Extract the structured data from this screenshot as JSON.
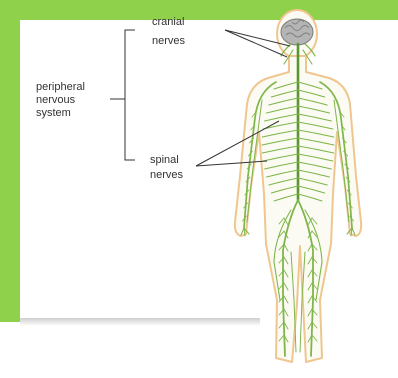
{
  "labels": {
    "cranial_line1": "cranial",
    "cranial_line2": "nerves",
    "pns_line1": "peripheral",
    "pns_line2": "nervous",
    "pns_line3": "system",
    "spinal_line1": "spinal",
    "spinal_line2": "nerves"
  },
  "colors": {
    "accent_band": "#8fd14a",
    "nerve": "#7fb64a",
    "nerve_dark": "#5a9630",
    "skin_outline": "#f0c690",
    "brain": "#a8a8a8",
    "leader_line": "#333333"
  }
}
